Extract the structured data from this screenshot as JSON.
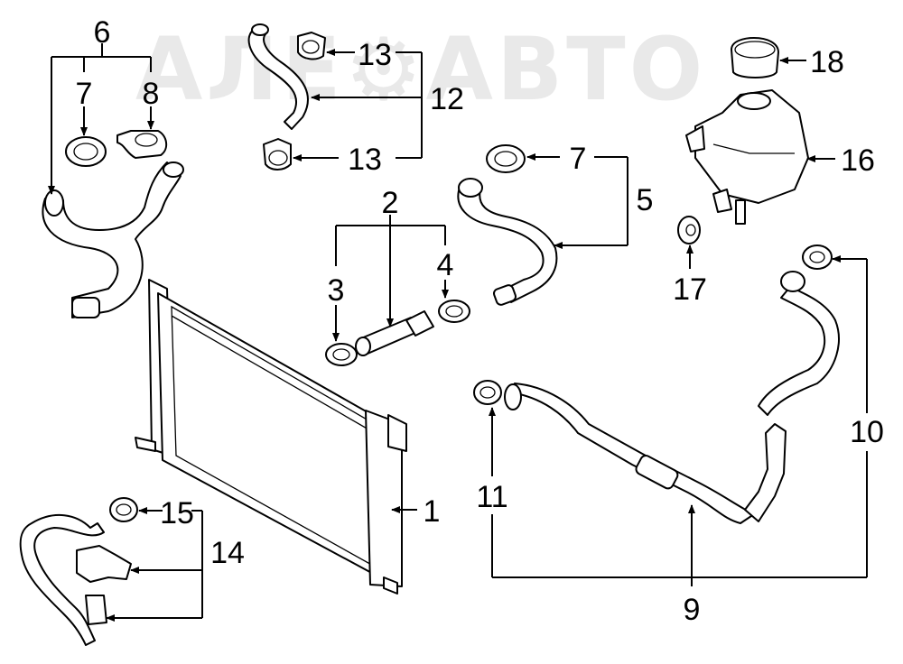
{
  "watermark": "АЛЕ⚙АВТО",
  "callouts": {
    "c1": "1",
    "c2": "2",
    "c3": "3",
    "c4": "4",
    "c5": "5",
    "c6": "6",
    "c7a": "7",
    "c7b": "7",
    "c8": "8",
    "c9": "9",
    "c10": "10",
    "c11": "11",
    "c12": "12",
    "c13a": "13",
    "c13b": "13",
    "c14": "14",
    "c15": "15",
    "c16": "16",
    "c17": "17",
    "c18": "18"
  }
}
